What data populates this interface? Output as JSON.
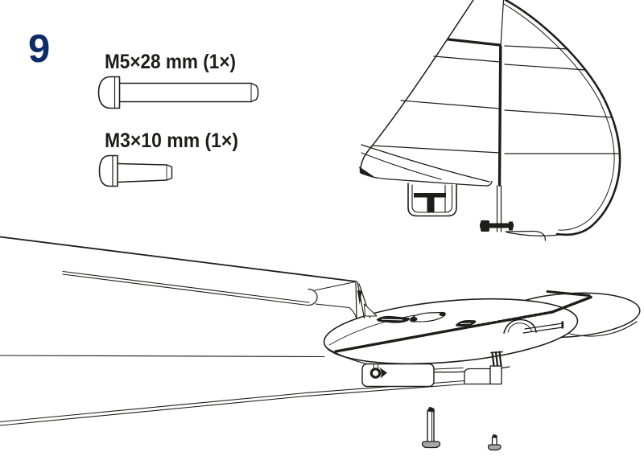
{
  "colors": {
    "background": "#ffffff",
    "accent_blue": "#0c2c66",
    "line": "#1d1d1b",
    "screw_head_gray": "#a8a8a8"
  },
  "step": {
    "number": "9"
  },
  "hardware": [
    {
      "label": "M5×28 mm (1×)",
      "part": "m5x28-machine-screw"
    },
    {
      "label": "M3×10 mm (1×)",
      "part": "m3x10-machine-screw"
    }
  ],
  "figures": {
    "fin": "vertical-fin-with-rudder-line-drawing",
    "tail": "tail-boom-with-horizontal-stabilizer-line-drawing",
    "screws_in_position": "screws-inserted-from-below"
  }
}
